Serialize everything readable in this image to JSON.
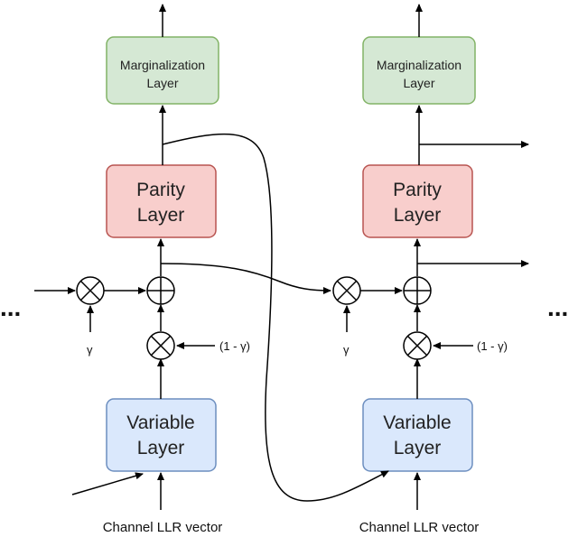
{
  "blocks": {
    "marginalization": [
      "Marginalization",
      "Layer"
    ],
    "parity": [
      "Parity",
      "Layer"
    ],
    "variable": [
      "Variable",
      "Layer"
    ]
  },
  "labels": {
    "gamma": "γ",
    "one_minus_gamma": "(1 - γ)",
    "channel_input": "Channel LLR vector",
    "ellipsis": "..."
  },
  "colors": {
    "marginalization_fill": "#d5e8d4",
    "marginalization_stroke": "#82b366",
    "parity_fill": "#f8cecc",
    "parity_stroke": "#b85450",
    "variable_fill": "#dae8fc",
    "variable_stroke": "#6c8ebf",
    "line": "#000000"
  },
  "operators": {
    "multiply": "multiply-icon",
    "add": "plus-icon"
  }
}
